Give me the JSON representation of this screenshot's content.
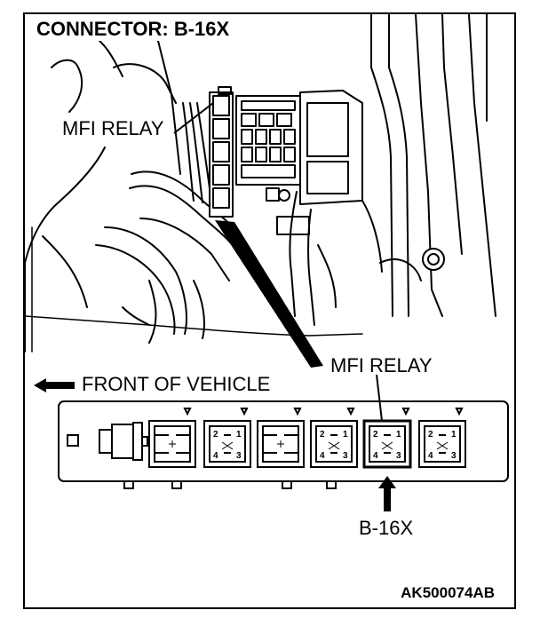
{
  "title": "CONNECTOR: B-16X",
  "labels": {
    "mfi_relay_top": "MFI RELAY",
    "front_of_vehicle": "FRONT OF VEHICLE",
    "mfi_relay_bottom": "MFI RELAY",
    "connector_id": "B-16X",
    "figure_code": "AK500074AB"
  },
  "pins": [
    "2",
    "1",
    "4",
    "3"
  ],
  "colors": {
    "line": "#000000",
    "background": "#ffffff"
  }
}
